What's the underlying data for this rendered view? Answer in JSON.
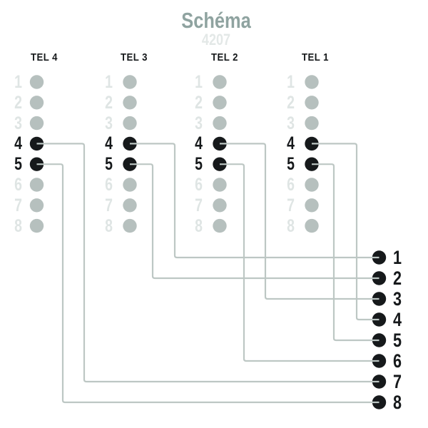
{
  "title": "Schéma",
  "subtitle": "4207",
  "connectors": [
    {
      "label": "TEL 4",
      "pins": [
        "1",
        "2",
        "3",
        "4",
        "5",
        "6",
        "7",
        "8"
      ],
      "active_pins": [
        "4",
        "5"
      ]
    },
    {
      "label": "TEL 3",
      "pins": [
        "1",
        "2",
        "3",
        "4",
        "5",
        "6",
        "7",
        "8"
      ],
      "active_pins": [
        "4",
        "5"
      ]
    },
    {
      "label": "TEL 2",
      "pins": [
        "1",
        "2",
        "3",
        "4",
        "5",
        "6",
        "7",
        "8"
      ],
      "active_pins": [
        "4",
        "5"
      ]
    },
    {
      "label": "TEL 1",
      "pins": [
        "1",
        "2",
        "3",
        "4",
        "5",
        "6",
        "7",
        "8"
      ],
      "active_pins": [
        "4",
        "5"
      ]
    }
  ],
  "output_pins": [
    "1",
    "2",
    "3",
    "4",
    "5",
    "6",
    "7",
    "8"
  ],
  "connections": [
    {
      "from": "TEL 4",
      "pin": "4",
      "to": "7"
    },
    {
      "from": "TEL 4",
      "pin": "5",
      "to": "8"
    },
    {
      "from": "TEL 3",
      "pin": "4",
      "to": "1"
    },
    {
      "from": "TEL 3",
      "pin": "5",
      "to": "2"
    },
    {
      "from": "TEL 2",
      "pin": "4",
      "to": "3"
    },
    {
      "from": "TEL 2",
      "pin": "5",
      "to": "6"
    },
    {
      "from": "TEL 1",
      "pin": "4",
      "to": "4"
    },
    {
      "from": "TEL 1",
      "pin": "5",
      "to": "5"
    }
  ],
  "colors": {
    "background": "#ffffff",
    "title": "#8fa3a0",
    "subtitle": "#e3e8e7",
    "ghost_number": "#dfe5e4",
    "inactive_dot": "#b6c0be",
    "wire": "#bdc7c4",
    "ink": "#16191b"
  }
}
